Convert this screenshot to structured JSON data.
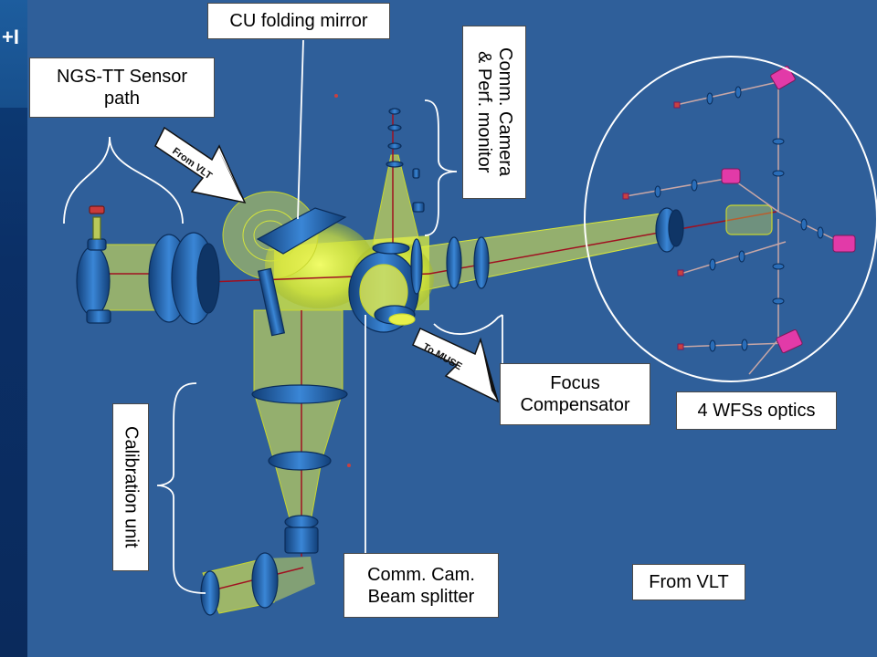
{
  "labels": {
    "cu_folding_mirror": "CU folding mirror",
    "ngs_tt": "NGS-TT Sensor\npath",
    "comm_camera": "Comm. Camera\n& Perf. monitor",
    "focus_compensator": "Focus\nCompensator",
    "wfs_optics": "4 WFSs optics",
    "calibration_unit": "Calibration  unit",
    "beam_splitter": "Comm. Cam.\nBeam splitter",
    "from_vlt": "From VLT"
  },
  "arrows": {
    "from_vlt": "From VLT",
    "to_muse": "To MUSE"
  },
  "colors": {
    "background": "#2f5f9a",
    "beam": "#e8f04a",
    "optics": "#2a6db8",
    "rays": "#a01020"
  },
  "sidebar_logo": "+I"
}
